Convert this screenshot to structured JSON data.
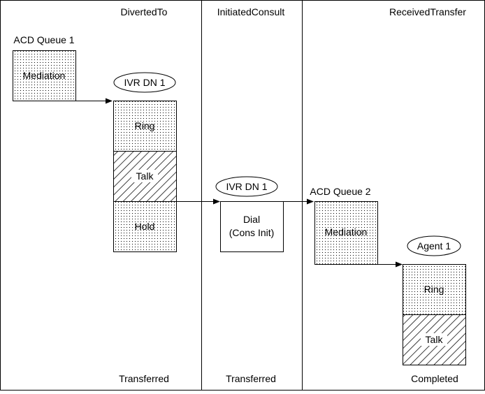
{
  "columns": {
    "diverted_to": {
      "header": "DivertedTo",
      "footer": "Transferred"
    },
    "initiated_consult": {
      "header": "InitiatedConsult",
      "footer": "Transferred"
    },
    "received_transfer": {
      "header": "ReceivedTransfer",
      "footer": "Completed"
    }
  },
  "labels": {
    "acd_queue_1": "ACD Queue 1",
    "acd_queue_2": "ACD Queue 2",
    "ivr_dn_1_a": "IVR DN 1",
    "ivr_dn_1_b": "IVR DN 1",
    "agent_1": "Agent 1"
  },
  "boxes": {
    "mediation_1": "Mediation",
    "ring_1": "Ring",
    "talk_1": "Talk",
    "hold_1": "Hold",
    "dial_line1": "Dial",
    "dial_line2": "(Cons Init)",
    "mediation_2": "Mediation",
    "ring_2": "Ring",
    "talk_2": "Talk"
  }
}
